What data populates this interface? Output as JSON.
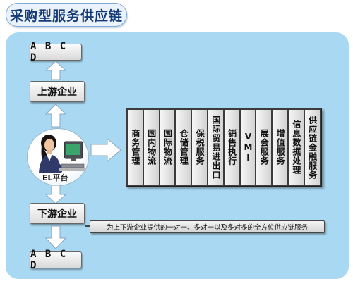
{
  "title": "采购型服务供应链",
  "top_box": "A B C D",
  "upstream": "上游企业",
  "platform_label": "EL平台",
  "downstream": "下游企业",
  "bottom_box": "A B C D",
  "services": [
    {
      "label": "商务管理"
    },
    {
      "label": "国内物流"
    },
    {
      "label": "国际物流"
    },
    {
      "label": "仓储管理"
    },
    {
      "label": "保税服务"
    },
    {
      "label": "国际贸易进出口"
    },
    {
      "label": "销售执行"
    },
    {
      "label": "VMI"
    },
    {
      "label": "展会服务"
    },
    {
      "label": "增值服务"
    },
    {
      "label": "信息数据处理"
    },
    {
      "label": "供应链金融服务"
    }
  ],
  "description": "为上下游企业提供的一对一、多对一以及多对多的全方位供应链服务",
  "colors": {
    "panel": "#a9d8f2",
    "title_text": "#163c78",
    "arrow": "#ffffff"
  }
}
